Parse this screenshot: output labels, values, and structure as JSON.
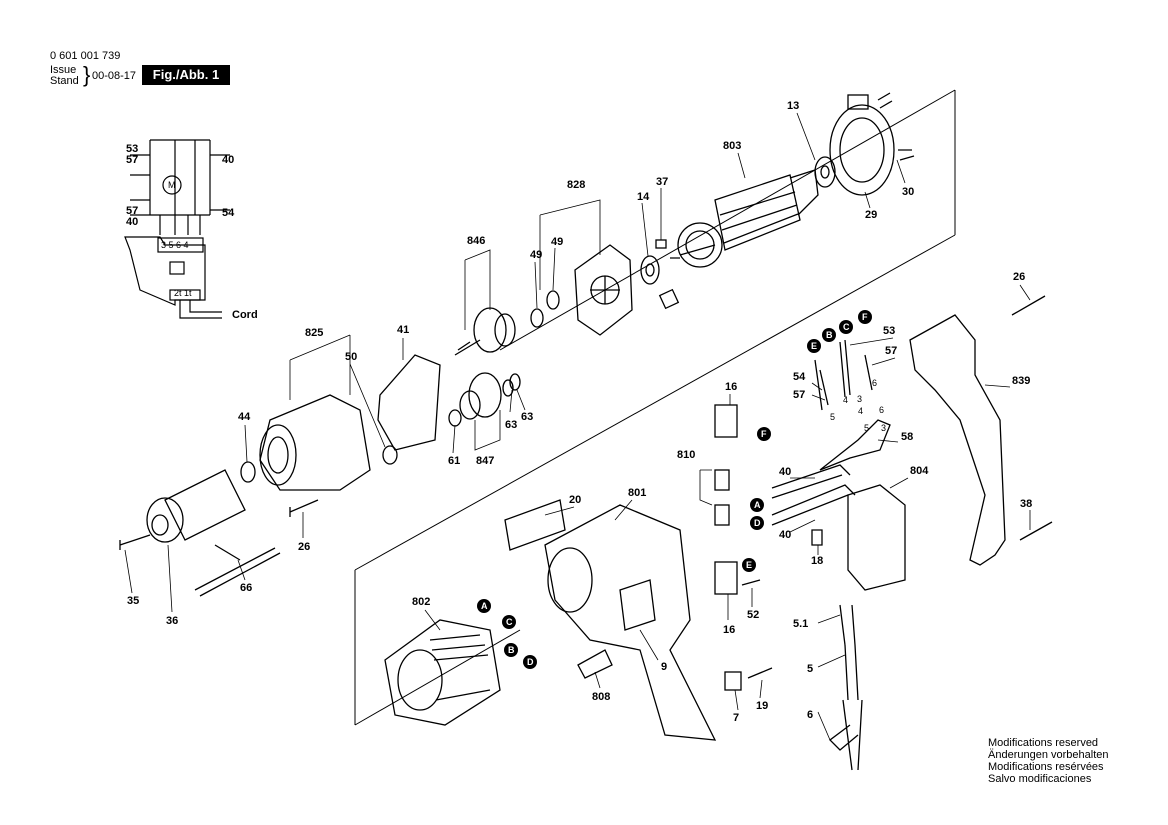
{
  "header": {
    "part_number": "0 601 001 739",
    "issue_label": "Issue",
    "stand_label": "Stand",
    "brace": "}",
    "date": "00-08-17",
    "figure": "Fig./Abb. 1"
  },
  "notes": [
    "Modifications reserved",
    "Änderungen vorbehalten",
    "Modifications resérvées",
    "Salvo modificaciones"
  ],
  "wiring": {
    "terminals": "3 5 6 4",
    "motor": "M",
    "switch_code": "2t 1t",
    "cord_label": "Cord"
  },
  "part_labels": {
    "p13": "13",
    "p30": "30",
    "p29": "29",
    "p803": "803",
    "p37": "37",
    "p14": "14",
    "p828": "828",
    "p49a": "49",
    "p49b": "49",
    "p846": "846",
    "p825": "825",
    "p41": "41",
    "p50": "50",
    "p44": "44",
    "p61": "61",
    "p63a": "63",
    "p63b": "63",
    "p847": "847",
    "p26a": "26",
    "p26b": "26",
    "p35": "35",
    "p36": "36",
    "p66": "66",
    "p16a": "16",
    "p16b": "16",
    "p810": "810",
    "p20": "20",
    "p801": "801",
    "p802": "802",
    "p808": "808",
    "p9": "9",
    "p52": "52",
    "p7": "7",
    "p19": "19",
    "p53a": "53",
    "p57a": "57",
    "p40a": "40",
    "p57b": "57",
    "p40b": "40",
    "p54a": "54",
    "p53b": "53",
    "p57c": "57",
    "p54b": "54",
    "p57d": "57",
    "p58": "58",
    "p40c": "40",
    "p40d": "40",
    "p804": "804",
    "p18": "18",
    "p839": "839",
    "p38": "38",
    "p51": "5.1",
    "p5": "5",
    "p6": "6",
    "t5": "5",
    "t4": "4",
    "t3": "3",
    "t6": "6",
    "t4b": "4",
    "t6b": "6",
    "t5b": "5",
    "t3b": "3"
  },
  "callouts": {
    "A1": "A",
    "C1": "C",
    "B1": "B",
    "D1": "D",
    "E1": "E",
    "B2": "B",
    "C2": "C",
    "F1": "F",
    "F2": "F",
    "A2": "A",
    "D2": "D",
    "E2": "E"
  }
}
